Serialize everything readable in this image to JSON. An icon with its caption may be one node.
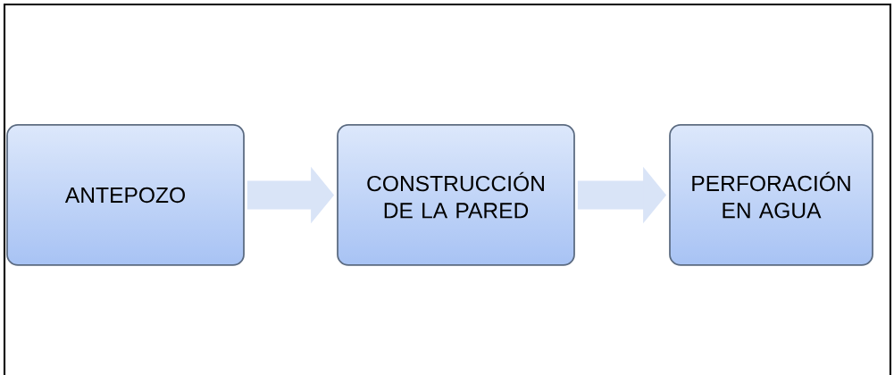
{
  "diagram": {
    "nodes": [
      {
        "text": [
          "ANTEPOZO"
        ]
      },
      {
        "text": [
          "CONSTRUCCIÓN DE LA PARED"
        ]
      },
      {
        "text": [
          "PERFORACIÓN EN AGUA"
        ]
      }
    ],
    "edges": [
      {
        "from": 0,
        "to": 1,
        "arrow": "to"
      },
      {
        "from": 1,
        "to": 2,
        "arrow": "to"
      }
    ]
  }
}
